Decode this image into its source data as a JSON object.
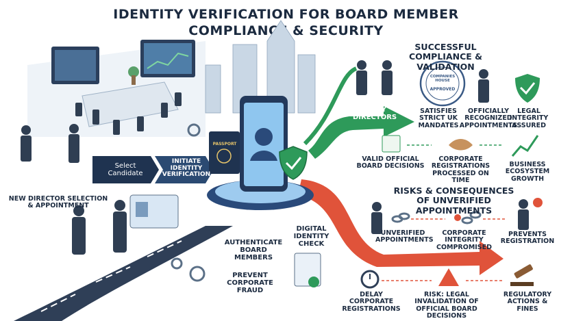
{
  "title": {
    "line1": "IDENTITY VERIFICATION FOR BOARD MEMBER",
    "line2": "COMPLIANCE & SECURITY"
  },
  "left": {
    "select_candidate": "Select Candidate",
    "initiate_verification": "INITIATE IDENTITY VERIFICATION",
    "new_director": "NEW DIRECTOR SELECTION & APPOINTMENT"
  },
  "center": {
    "passport": "PASSPORT",
    "digital_identity_check": "DIGITAL IDENTITY CHECK",
    "authenticate": "AUTHENTICATE BOARD MEMBERS",
    "prevent_fraud": "PREVENT CORPORATE FRAUD"
  },
  "success": {
    "heading": "SUCCESSFUL COMPLIANCE & VALIDATION",
    "happy_directors": "HAPPY DIRECTORS",
    "seal_text": "COMPANIES HOUSE",
    "seal_approved": "APPROVED",
    "satisfies": "SATISFIES STRICT UK MANDATES",
    "officially": "OFFICIALLY RECOGNIZED APPOINTMENTS",
    "legal": "LEGAL INTEGRITY ASSURED",
    "valid": "VALID OFFICIAL BOARD DECISIONS",
    "corporate_reg": "CORPORATE REGISTRATIONS PROCESSED ON TIME",
    "growth": "BUSINESS ECOSYSTEM GROWTH"
  },
  "risk": {
    "heading": "RISKS & CONSEQUENCES OF UNVERIFIED APPOINTMENTS",
    "unverified": "UNVERIFIED APPOINTMENTS",
    "integrity": "CORPORATE INTEGRITY COMPROMISED",
    "prevents": "PREVENTS REGISTRATION",
    "delay": "DELAY CORPORATE REGISTRATIONS",
    "invalidation": "RISK: LEGAL INVALIDATION OF OFFICIAL BOARD DECISIONS",
    "regulatory": "REGULATORY ACTIONS & FINES"
  },
  "colors": {
    "navy": "#1b2a3f",
    "green": "#2e9a5a",
    "red": "#e0533a",
    "blue": "#3a78b8",
    "light_blue": "#cfe3f3"
  },
  "icons": [
    "chain-icon",
    "broken-chain-icon",
    "clock-icon",
    "warning-icon",
    "gavel-icon",
    "shield-check-icon",
    "handshake-icon",
    "gear-icon",
    "document-icon",
    "chart-icon"
  ]
}
